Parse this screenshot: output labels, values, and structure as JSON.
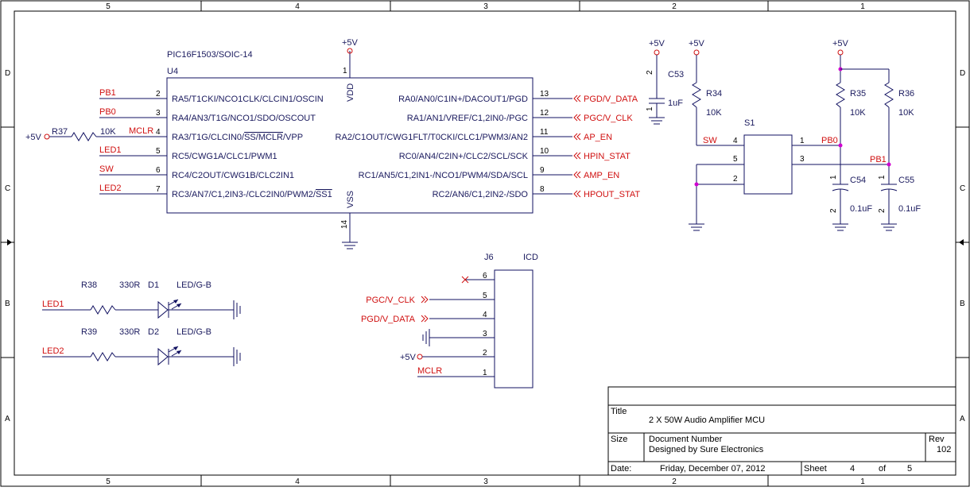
{
  "frame": {
    "columns": [
      "5",
      "4",
      "3",
      "2",
      "1"
    ],
    "rows": [
      "D",
      "C",
      "B",
      "A"
    ]
  },
  "u4": {
    "part": "PIC16F1503/SOIC-14",
    "ref": "U4",
    "vdd_label": "VDD",
    "vss_label": "VSS",
    "vdd_pin": "1",
    "vss_pin": "14",
    "left_pins": [
      {
        "num": "2",
        "name": "RA5/T1CKI/NCO1CLK/CLCIN1/OSCIN",
        "net": "PB1"
      },
      {
        "num": "3",
        "name": "RA4/AN3/T1G/NCO1/SDO/OSCOUT",
        "net": "PB0"
      },
      {
        "num": "4",
        "name_pre": "RA3/T1G/CLCIN0/",
        "name_over": "SS/MCLR",
        "name_post": "/VPP",
        "net": "MCLR"
      },
      {
        "num": "5",
        "name": "RC5/CWG1A/CLC1/PWM1",
        "net": "LED1"
      },
      {
        "num": "6",
        "name": "RC4/C2OUT/CWG1B/CLC2IN1",
        "net": "SW"
      },
      {
        "num": "7",
        "name_pre": "RC3/AN7/C1,2IN3-/CLC2IN0/PWM2/",
        "name_over": "SS1",
        "name_post": "",
        "net": "LED2"
      }
    ],
    "right_pins": [
      {
        "num": "13",
        "name": "RA0/AN0/C1IN+/DACOUT1/PGD",
        "net": "PGD/V_DATA"
      },
      {
        "num": "12",
        "name": "RA1/AN1/VREF/C1,2IN0-/PGC",
        "net": "PGC/V_CLK"
      },
      {
        "num": "11",
        "name": "RA2/C1OUT/CWG1FLT/T0CKI/CLC1/PWM3/AN2",
        "net": "AP_EN"
      },
      {
        "num": "10",
        "name": "RC0/AN4/C2IN+/CLC2/SCL/SCK",
        "net": "HPIN_STAT"
      },
      {
        "num": "9",
        "name": "RC1/AN5/C1,2IN1-/NCO1/PWM4/SDA/SCL",
        "net": "AMP_EN"
      },
      {
        "num": "8",
        "name": "RC2/AN6/C1,2IN2-/SDO",
        "net": "HPOUT_STAT"
      }
    ]
  },
  "power_labels": {
    "p5v": "+5V"
  },
  "r37": {
    "ref": "R37",
    "value": "10K"
  },
  "c53": {
    "ref": "C53",
    "value": "1uF",
    "pin1": "1",
    "pin2": "2"
  },
  "r34": {
    "ref": "R34",
    "value": "10K"
  },
  "r35": {
    "ref": "R35",
    "value": "10K"
  },
  "r36": {
    "ref": "R36",
    "value": "10K"
  },
  "c54": {
    "ref": "C54",
    "value": "0.1uF",
    "pin1": "1",
    "pin2": "2"
  },
  "c55": {
    "ref": "C55",
    "value": "0.1uF",
    "pin1": "1",
    "pin2": "2"
  },
  "s1": {
    "ref": "S1",
    "pin4": "4",
    "pin5": "5",
    "pin2": "2",
    "pin1": "1",
    "pin3": "3",
    "net_sw": "SW",
    "net_pb0": "PB0",
    "net_pb1": "PB1"
  },
  "leds": [
    {
      "net": "LED1",
      "res": "R38",
      "res_value": "330R",
      "ref": "D1",
      "value": "LED/G-B"
    },
    {
      "net": "LED2",
      "res": "R39",
      "res_value": "330R",
      "ref": "D2",
      "value": "LED/G-B"
    }
  ],
  "j6": {
    "ref": "J6",
    "value": "ICD",
    "pins": [
      {
        "num": "6",
        "net": ""
      },
      {
        "num": "5",
        "net": "PGC/V_CLK"
      },
      {
        "num": "4",
        "net": "PGD/V_DATA"
      },
      {
        "num": "3",
        "net": ""
      },
      {
        "num": "2",
        "net": "+5V"
      },
      {
        "num": "1",
        "net": "MCLR"
      }
    ]
  },
  "title_block": {
    "title_label": "Title",
    "title": "2 X 50W Audio Amplifier MCU",
    "size_label": "Size",
    "docnum_label": "Document Number",
    "designed_by": "Designed by Sure Electronics",
    "rev_label": "Rev",
    "rev": "102",
    "date_label": "Date:",
    "date": "Friday, December 07, 2012",
    "sheet_label": "Sheet",
    "sheet": "4",
    "of_label": "of",
    "total": "5"
  }
}
